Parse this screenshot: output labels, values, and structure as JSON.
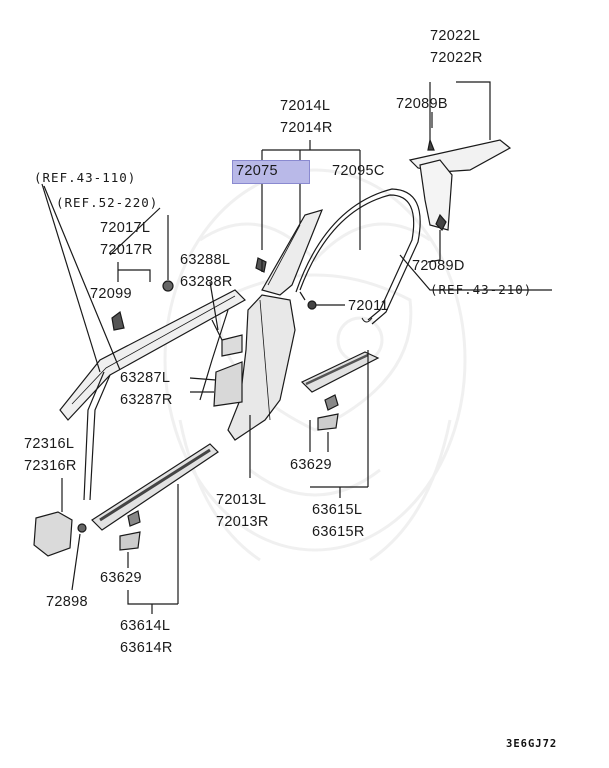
{
  "labels": {
    "p72022L": "72022L",
    "p72022R": "72022R",
    "p72089B": "72089B",
    "p72014L": "72014L",
    "p72014R": "72014R",
    "p72075": "72075",
    "p72095C": "72095C",
    "ref43_110": "(REF.43-110)",
    "ref52_220": "(REF.52-220)",
    "p72017L": "72017L",
    "p72017R": "72017R",
    "p72099": "72099",
    "p63288L": "63288L",
    "p63288R": "63288R",
    "p72089D": "72089D",
    "ref43_210": "(REF.43-210)",
    "p72011": "72011",
    "p63287L": "63287L",
    "p63287R": "63287R",
    "p72316L": "72316L",
    "p72316R": "72316R",
    "p63629a": "63629",
    "p72013L": "72013L",
    "p72013R": "72013R",
    "p63615L": "63615L",
    "p63615R": "63615R",
    "p63629b": "63629",
    "p72898": "72898",
    "p63614L": "63614L",
    "p63614R": "63614R"
  },
  "diagram_code": "3E6GJ72",
  "highlight_color": "#b9b9e8"
}
